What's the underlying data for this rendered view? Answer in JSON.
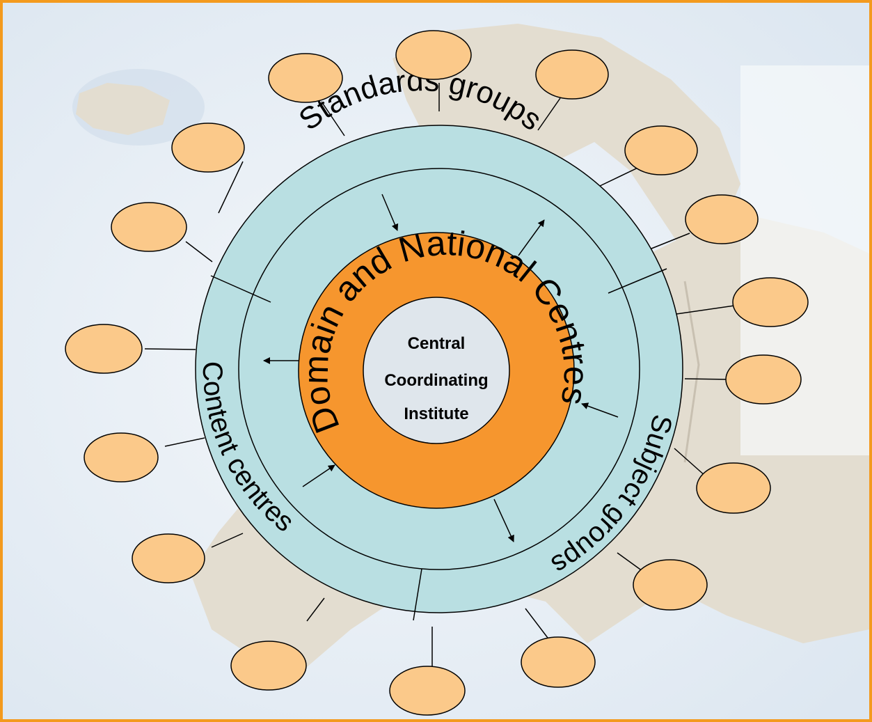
{
  "diagram": {
    "outer_ring": {
      "segments": [
        "Standards groups",
        "Subject groups",
        "Content centres"
      ],
      "fill": "#b9dfe2"
    },
    "middle_ring": {
      "label": "Domain and National Centres",
      "fill": "#f6962e"
    },
    "center": {
      "lines": [
        "Central",
        "Coordinating",
        "Institute"
      ]
    },
    "satellite_nodes": {
      "count": 17,
      "fill": "#fbc98a"
    },
    "colors": {
      "frame": "#f39a1e",
      "land": "#e3ddd0",
      "sea": "#e8eef5"
    }
  }
}
